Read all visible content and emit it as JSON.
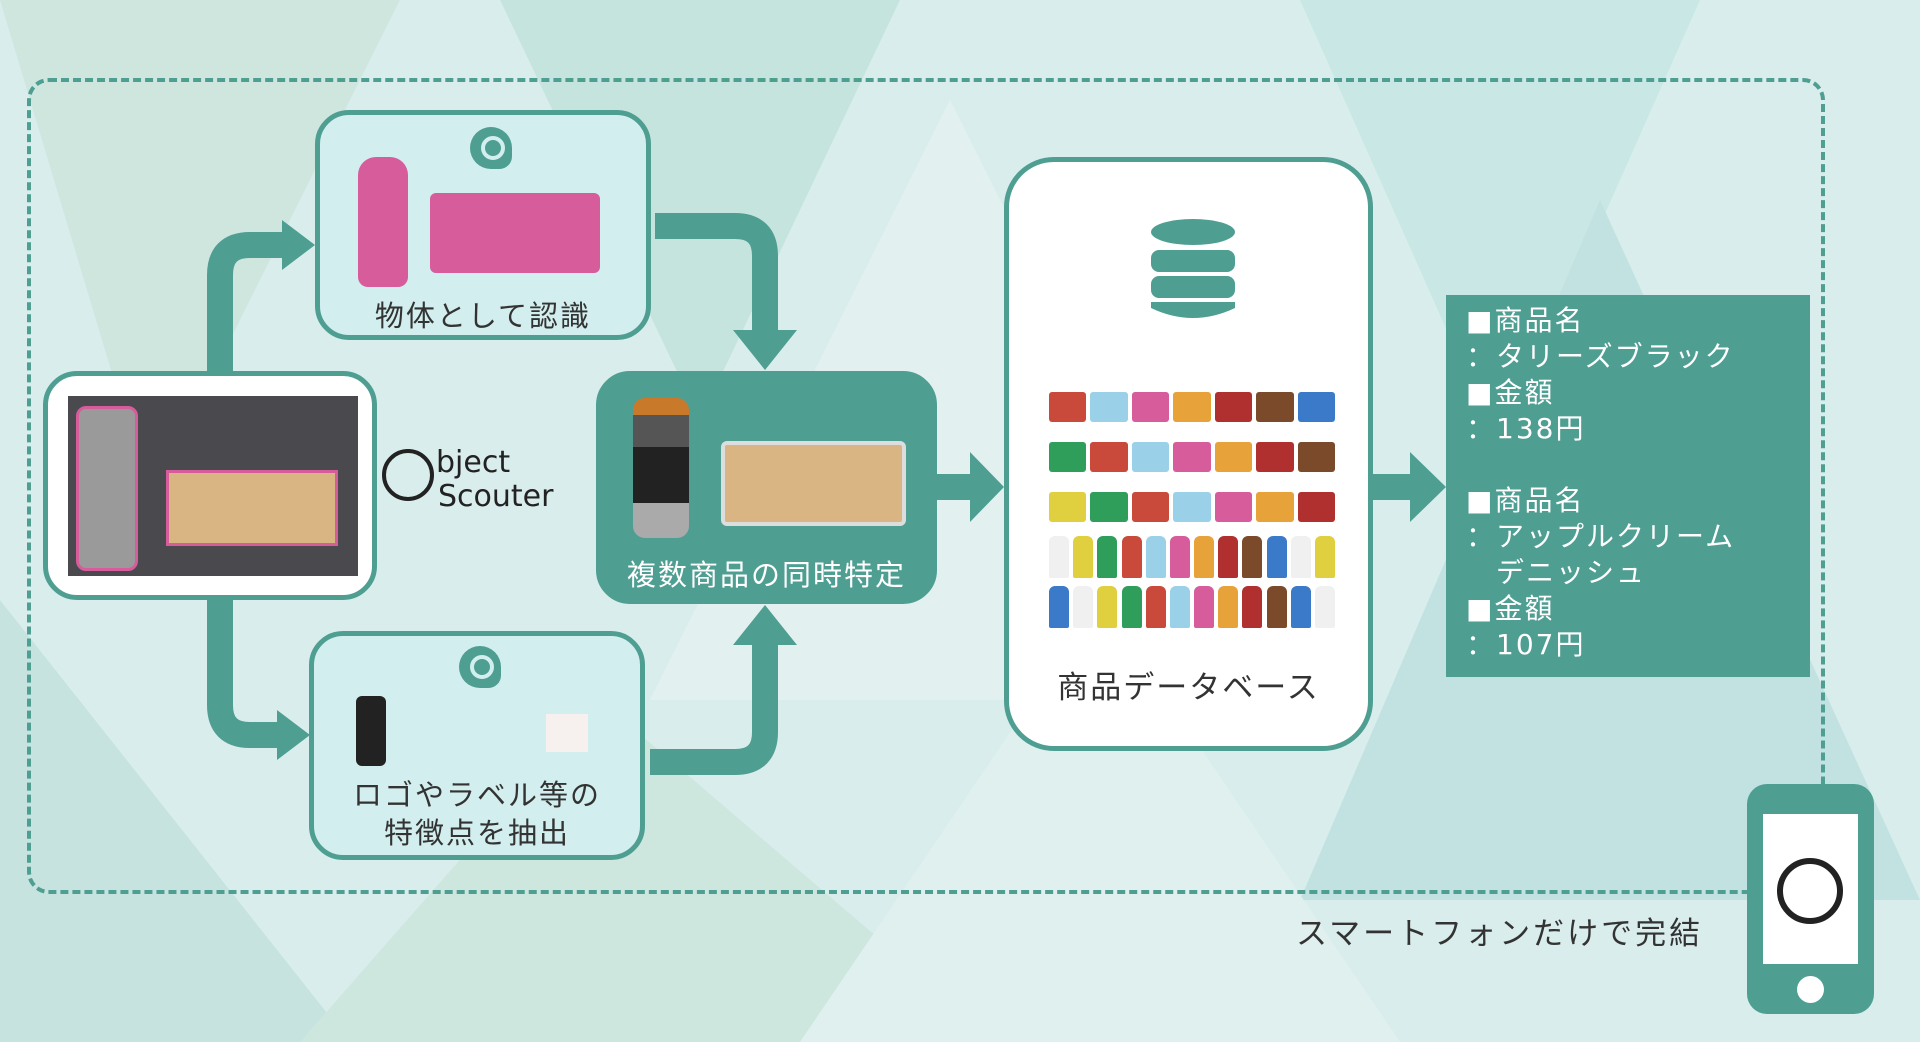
{
  "steps": {
    "object_recognition": "物体として認識",
    "feature_extraction_line1": "ロゴやラベル等の",
    "feature_extraction_line2": "特徴点を抽出",
    "simultaneous_identification": "複数商品の同時特定",
    "database": "商品データベース"
  },
  "logo": {
    "line1": "bject",
    "line2": "Scouter",
    "full": "Object Scouter"
  },
  "result": {
    "items": [
      {
        "name_label": "■商品名",
        "name_value": "：タリーズブラック",
        "price_label": "■金額",
        "price_value": "：138円"
      },
      {
        "name_label": "■商品名",
        "name_value": "：アップルクリーム",
        "name_value2": "　デニッシュ",
        "price_label": "■金額",
        "price_value": "：107円"
      }
    ]
  },
  "footer": {
    "smartphone_text": "スマートフォンだけで完結"
  },
  "colors": {
    "teal": "#4e9e92",
    "light": "#d2eeee",
    "pink": "#d65c9c",
    "background": "#d9eeec"
  }
}
